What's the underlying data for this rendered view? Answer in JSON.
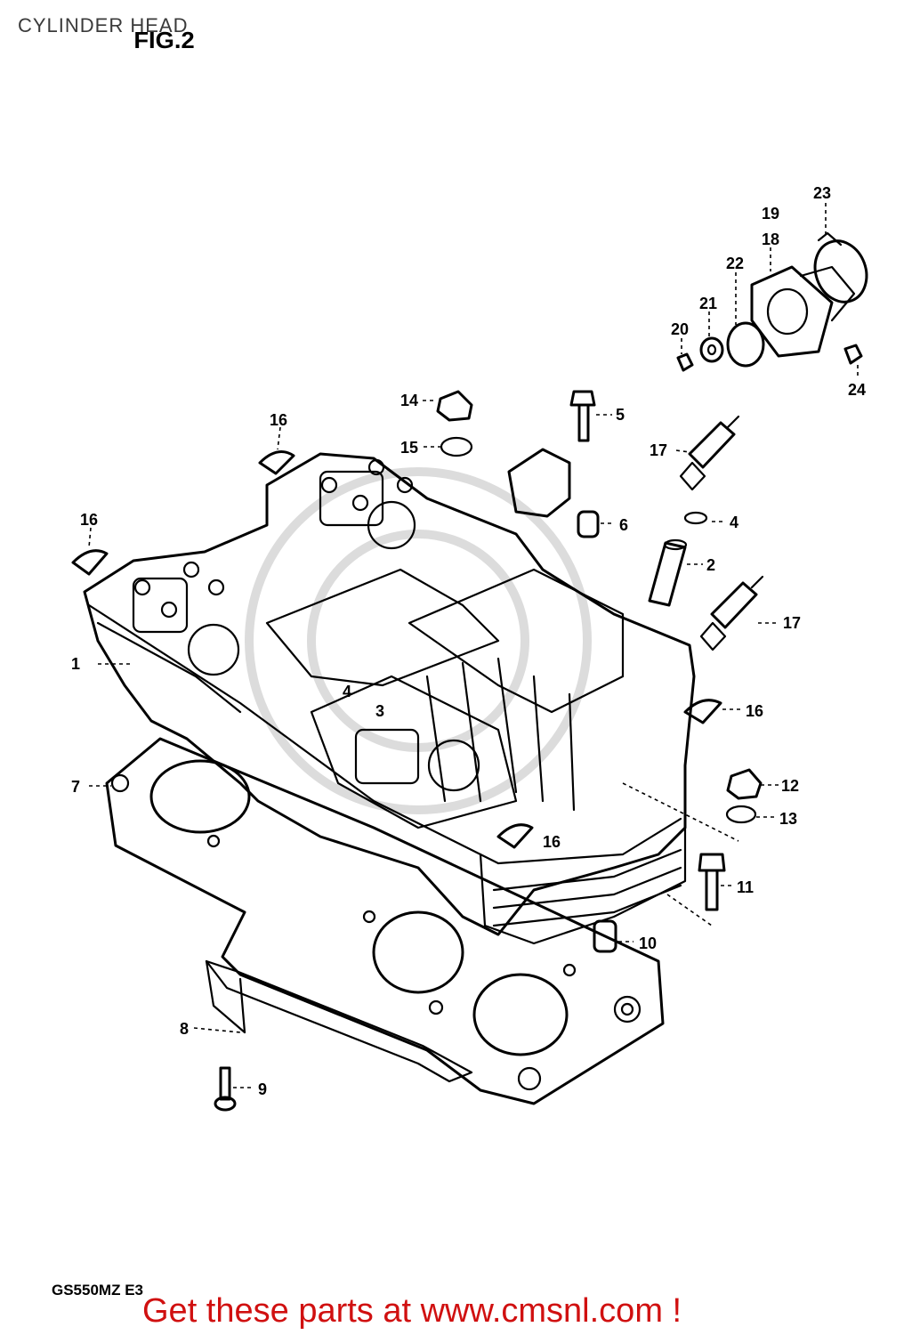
{
  "header": {
    "title": "CYLINDER HEAD",
    "figure": "FIG.2"
  },
  "footer": {
    "model_code": "GS550MZ E3",
    "promo_text": "Get these parts at www.cmsnl.com !"
  },
  "callouts": [
    "1",
    "2",
    "3",
    "4",
    "5",
    "6",
    "7",
    "8",
    "9",
    "10",
    "11",
    "12",
    "13",
    "14",
    "15",
    "16",
    "17",
    "18",
    "19",
    "20",
    "21",
    "22",
    "23",
    "24"
  ],
  "colors": {
    "promo": "#d01010",
    "lines": "#000000",
    "background": "#ffffff"
  }
}
